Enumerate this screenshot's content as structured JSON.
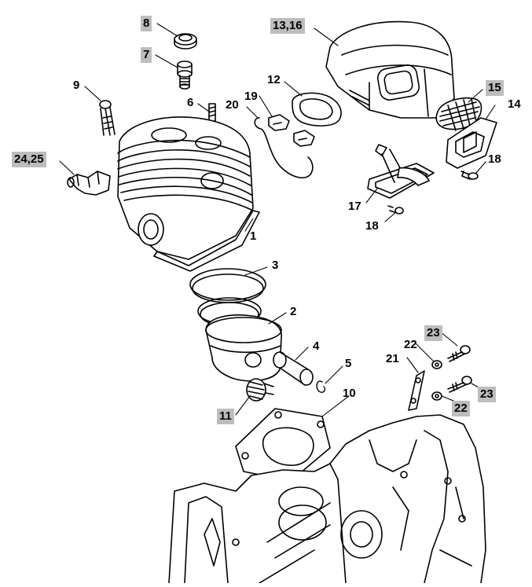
{
  "diagram": {
    "callouts": [
      {
        "id": "c8",
        "text": "8",
        "highlight": true
      },
      {
        "id": "c7",
        "text": "7",
        "highlight": true
      },
      {
        "id": "c9",
        "text": "9",
        "highlight": false
      },
      {
        "id": "c6",
        "text": "6",
        "highlight": false
      },
      {
        "id": "c2425",
        "text": "24,25",
        "highlight": true
      },
      {
        "id": "c1",
        "text": "1",
        "highlight": false
      },
      {
        "id": "c1316",
        "text": "13,16",
        "highlight": true
      },
      {
        "id": "c12",
        "text": "12",
        "highlight": false
      },
      {
        "id": "c19",
        "text": "19",
        "highlight": false
      },
      {
        "id": "c20",
        "text": "20",
        "highlight": false
      },
      {
        "id": "c15",
        "text": "15",
        "highlight": true
      },
      {
        "id": "c14",
        "text": "14",
        "highlight": false
      },
      {
        "id": "c18a",
        "text": "18",
        "highlight": false
      },
      {
        "id": "c17",
        "text": "17",
        "highlight": false
      },
      {
        "id": "c18b",
        "text": "18",
        "highlight": false
      },
      {
        "id": "c3",
        "text": "3",
        "highlight": false
      },
      {
        "id": "c2",
        "text": "2",
        "highlight": false
      },
      {
        "id": "c4",
        "text": "4",
        "highlight": false
      },
      {
        "id": "c5",
        "text": "5",
        "highlight": false
      },
      {
        "id": "c10",
        "text": "10",
        "highlight": false
      },
      {
        "id": "c11",
        "text": "11",
        "highlight": true
      },
      {
        "id": "c23a",
        "text": "23",
        "highlight": true
      },
      {
        "id": "c22a",
        "text": "22",
        "highlight": false
      },
      {
        "id": "c21",
        "text": "21",
        "highlight": false
      },
      {
        "id": "c23b",
        "text": "23",
        "highlight": true
      },
      {
        "id": "c22b",
        "text": "22",
        "highlight": true
      }
    ],
    "colors": {
      "line": "#000000",
      "highlight": "#bdbdbd",
      "background": "#ffffff"
    }
  }
}
